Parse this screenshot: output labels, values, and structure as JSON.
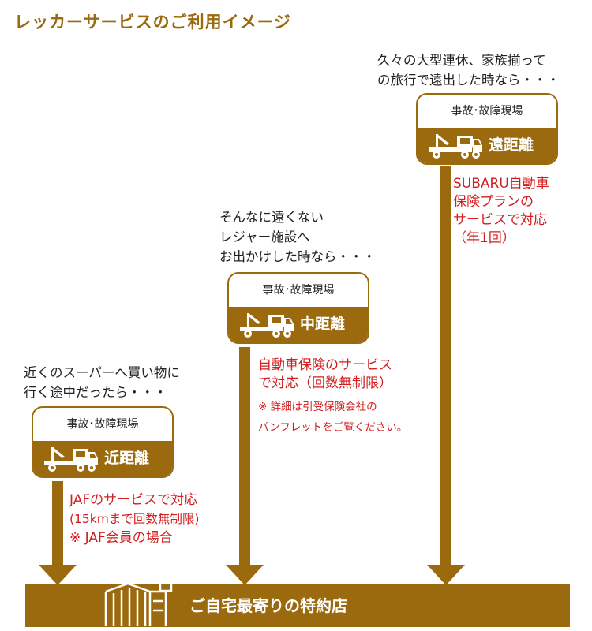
{
  "title": "レッカーサービスのご利用イメージ",
  "colors": {
    "brown": "#9b6a0e",
    "red": "#d21e1e"
  },
  "far": {
    "scenario": [
      "久々の大型連休、家族揃って",
      "の旅行で遠出した時なら・・・"
    ],
    "card_head": "事故･故障現場",
    "label": "遠距離",
    "service": [
      "SUBARU自動車",
      "保険プランの",
      "サービスで対応",
      "（年1回）"
    ]
  },
  "mid": {
    "scenario": [
      "そんなに遠くない",
      "レジャー施設へ",
      "お出かけした時なら・・・"
    ],
    "card_head": "事故･故障現場",
    "label": "中距離",
    "service": [
      "自動車保険のサービス",
      "で対応（回数無制限）"
    ],
    "note": [
      "※ 詳細は引受保険会社の",
      "パンフレットをご覧ください。"
    ]
  },
  "near": {
    "scenario": [
      "近くのスーパーへ買い物に",
      "行く途中だったら・・・"
    ],
    "card_head": "事故･故障現場",
    "label": "近距離",
    "service": [
      "JAFのサービスで対応",
      "(15kmまで回数無制限)",
      "※ JAF会員の場合"
    ]
  },
  "store": {
    "label": "ご自宅最寄りの特約店",
    "icon": "store-building-icon"
  },
  "icons": {
    "truck": "tow-truck-icon"
  }
}
